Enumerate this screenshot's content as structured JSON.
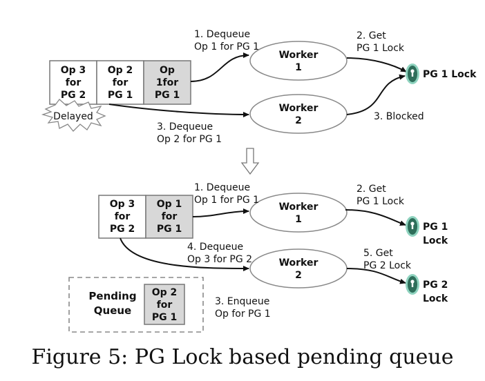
{
  "top": {
    "queue": [
      {
        "lines": [
          "Op 3",
          "for",
          "PG 2"
        ],
        "fill": "#ffffff"
      },
      {
        "lines": [
          "Op 2",
          "for",
          "PG 1"
        ],
        "fill": "#ffffff"
      },
      {
        "lines": [
          "Op",
          "1for",
          "PG 1"
        ],
        "fill": "#d8d8d8"
      }
    ],
    "delayed": "Delayed",
    "workers": [
      [
        "Worker",
        "1"
      ],
      [
        "Worker",
        "2"
      ]
    ],
    "step1": [
      "1. Dequeue",
      "Op 1 for PG 1"
    ],
    "step2": [
      "2. Get",
      "PG 1 Lock"
    ],
    "step3_dequeue": [
      "3. Dequeue",
      "Op 2 for PG 1"
    ],
    "step3_blocked": "3. Blocked",
    "lock": "PG 1 Lock"
  },
  "bottom": {
    "queue": [
      {
        "lines": [
          "Op 3",
          "for",
          "PG 2"
        ],
        "fill": "#ffffff"
      },
      {
        "lines": [
          "Op 1",
          "for",
          "PG 1"
        ],
        "fill": "#d8d8d8"
      }
    ],
    "workers": [
      [
        "Worker",
        "1"
      ],
      [
        "Worker",
        "2"
      ]
    ],
    "step1": [
      "1. Dequeue",
      "Op 1 for PG 1"
    ],
    "step2": [
      "2. Get",
      "PG 1 Lock"
    ],
    "step4": [
      "4. Dequeue",
      "Op 3 for PG 2"
    ],
    "step5": [
      "5. Get",
      "PG 2 Lock"
    ],
    "step3": [
      "3. Enqueue",
      "Op for PG 1"
    ],
    "lock1": [
      "PG 1",
      "Lock"
    ],
    "lock2": [
      "PG 2",
      "Lock"
    ],
    "pending_label": [
      "Pending",
      "Queue"
    ],
    "pending_op": [
      "Op 2",
      "for",
      "PG 1"
    ]
  },
  "caption": "Figure 5: PG Lock based pending queue",
  "colors": {
    "lock_fill": "#2e6e5a",
    "lock_ring": "#8fd3bf",
    "arrow": "#111111",
    "shaded": "#d8d8d8"
  }
}
